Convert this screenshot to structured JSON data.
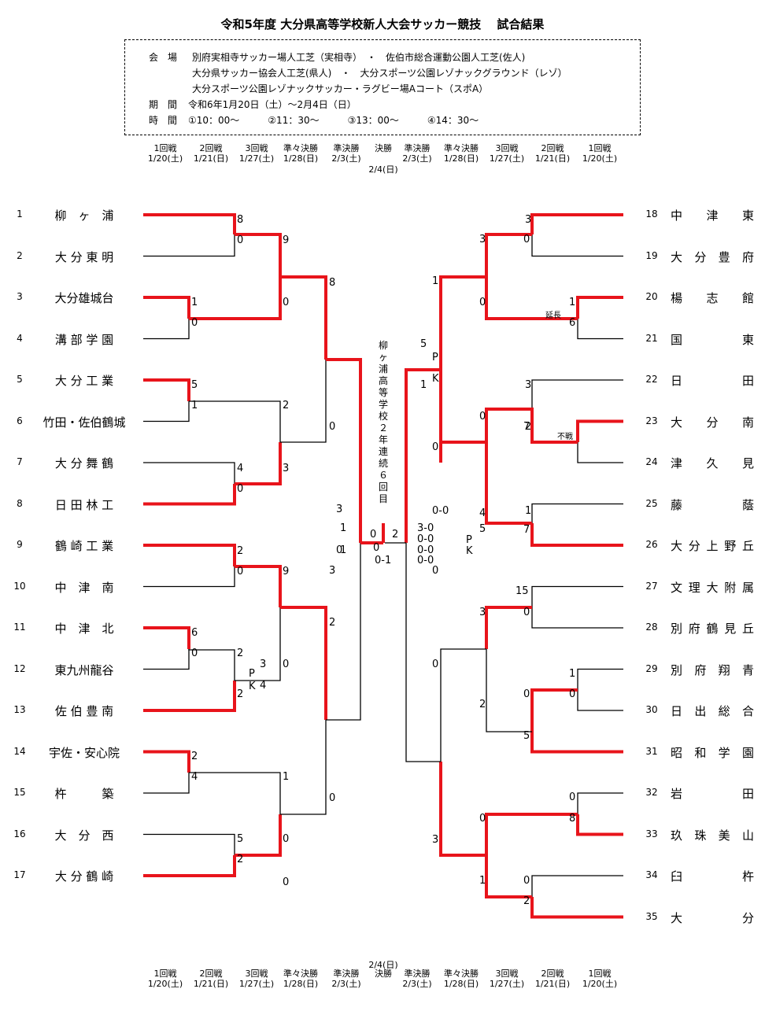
{
  "title": "令和5年度 大分県高等学校新人大会サッカー競技　 試合結果",
  "info": {
    "venue_label": "会　場",
    "venue_line1": "別府実相寺サッカー場人工芝（実相寺）　・　佐伯市総合運動公園人工芝(佐人)",
    "venue_line2": "大分県サッカー協会人工芝(県人)　・　大分スポーツ公園レゾナックグラウンド（レゾ）",
    "venue_line3": "大分スポーツ公園レゾナックサッカー・ラグビー場Aコート（スポA）",
    "period_label": "期　間",
    "period": "令和6年1月20日（土）～2月4日（日）",
    "time_label": "時　間",
    "times": "①10：00～　　　②11：30～　　　③13：00～　　　④14：30～"
  },
  "rounds": [
    {
      "name": "1回戦",
      "date": "1/20(土)"
    },
    {
      "name": "2回戦",
      "date": "1/21(日)"
    },
    {
      "name": "3回戦",
      "date": "1/27(土)"
    },
    {
      "name": "準々決勝",
      "date": "1/28(日)"
    },
    {
      "name": "準決勝",
      "date": "2/3(土)"
    },
    {
      "name": "決勝",
      "date": ""
    },
    {
      "name": "準決勝",
      "date": "2/3(土)"
    },
    {
      "name": "準々決勝",
      "date": "1/28(日)"
    },
    {
      "name": "3回戦",
      "date": "1/27(土)"
    },
    {
      "name": "2回戦",
      "date": "1/21(日)"
    },
    {
      "name": "1回戦",
      "date": "1/20(土)"
    }
  ],
  "final_date": "2/4(日)",
  "teams_left": [
    {
      "no": "1",
      "name": "柳　ヶ　浦"
    },
    {
      "no": "2",
      "name": "大 分 東 明"
    },
    {
      "no": "3",
      "name": "大分雄城台"
    },
    {
      "no": "4",
      "name": "溝 部 学 園"
    },
    {
      "no": "5",
      "name": "大 分 工 業"
    },
    {
      "no": "6",
      "name": "竹田・佐伯鶴城"
    },
    {
      "no": "7",
      "name": "大 分 舞 鶴"
    },
    {
      "no": "8",
      "name": "日 田 林 工"
    },
    {
      "no": "9",
      "name": "鶴 崎 工 業"
    },
    {
      "no": "10",
      "name": "中　津　南"
    },
    {
      "no": "11",
      "name": "中　津　北"
    },
    {
      "no": "12",
      "name": "東九州龍谷"
    },
    {
      "no": "13",
      "name": "佐 伯 豊 南"
    },
    {
      "no": "14",
      "name": "宇佐・安心院"
    },
    {
      "no": "15",
      "name": "杵　　　築"
    },
    {
      "no": "16",
      "name": "大　分　西"
    },
    {
      "no": "17",
      "name": "大 分 鶴 崎"
    }
  ],
  "teams_right": [
    {
      "no": "18",
      "name": "中　津　東"
    },
    {
      "no": "19",
      "name": "大 分 豊 府"
    },
    {
      "no": "20",
      "name": "楊　志　館"
    },
    {
      "no": "21",
      "name": "国　　　東"
    },
    {
      "no": "22",
      "name": "日　　　田"
    },
    {
      "no": "23",
      "name": "大　分　南"
    },
    {
      "no": "24",
      "name": "津　久　見"
    },
    {
      "no": "25",
      "name": "藤　　　蔭"
    },
    {
      "no": "26",
      "name": "大分上野丘"
    },
    {
      "no": "27",
      "name": "文理大附属"
    },
    {
      "no": "28",
      "name": "別府鶴見丘"
    },
    {
      "no": "29",
      "name": "別 府 翔 青"
    },
    {
      "no": "30",
      "name": "日 出 総 合"
    },
    {
      "no": "31",
      "name": "昭 和 学 園"
    },
    {
      "no": "32",
      "name": "岩　　　田"
    },
    {
      "no": "33",
      "name": "玖 珠 美 山"
    },
    {
      "no": "34",
      "name": "臼　　　杵"
    },
    {
      "no": "35",
      "name": "大　　　分"
    }
  ],
  "champion_note": "柳ヶ浦高等学校　２年連続６回目",
  "scores": [
    "8",
    "0",
    "9",
    "0",
    "8",
    "1",
    "0",
    "5",
    "1",
    "2",
    "0",
    "3",
    "4",
    "0",
    "2",
    "0",
    "9",
    "0",
    "2",
    "6",
    "0",
    "2",
    "3",
    "4",
    "2",
    "0",
    "2",
    "4",
    "1",
    "0",
    "5",
    "0",
    "2",
    "3",
    "1",
    "3",
    "0",
    "4",
    "0",
    "1",
    "6",
    "5",
    "1",
    "0",
    "0",
    "3",
    "2",
    "1",
    "7",
    "0",
    "1",
    "7",
    "4",
    "5",
    "4",
    "15",
    "0",
    "3",
    "0",
    "1",
    "0",
    "0",
    "2",
    "5",
    "0",
    "0",
    "8",
    "3",
    "1",
    "0",
    "2",
    "3",
    "1",
    "0",
    "1",
    "3",
    "0",
    "2",
    "0",
    "0-1",
    "3-0",
    "0-0",
    "0-0",
    "0-0",
    "0-0",
    "0",
    "1",
    "0"
  ],
  "notes": {
    "pk": "P",
    "k": "K",
    "extra": "延長",
    "forfeit": "不戦"
  },
  "colors": {
    "win": "#e8141b",
    "line": "#000000"
  }
}
